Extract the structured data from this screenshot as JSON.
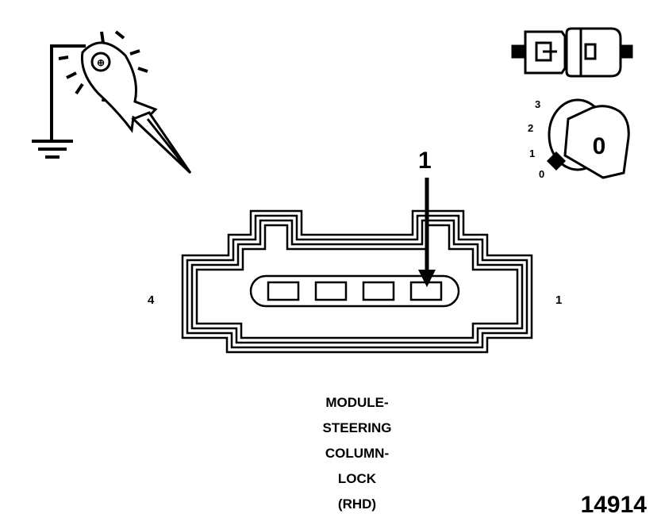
{
  "callout": "1",
  "pin_left": "4",
  "pin_right": "1",
  "caption": [
    "MODULE-",
    "STEERING",
    "COLUMN-",
    "LOCK",
    "(RHD)"
  ],
  "figure_number": "14914",
  "key_positions": [
    "3",
    "2",
    "1",
    "0"
  ],
  "key_letter": "0",
  "test_lamp_letter": "⊕"
}
